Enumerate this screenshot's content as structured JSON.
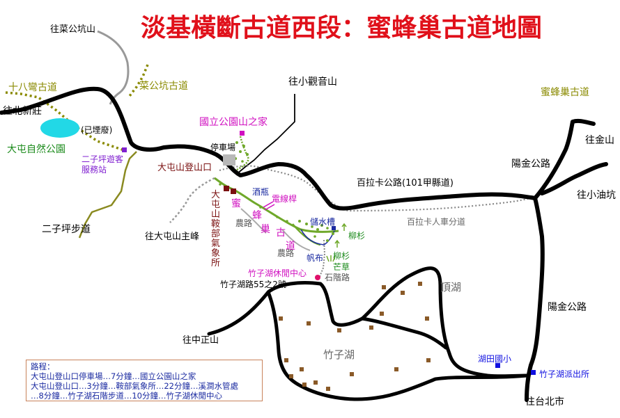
{
  "title": "淡基橫斷古道西段：蜜蜂巢古道地圖",
  "colors": {
    "title": "#e0101a",
    "road": "#000000",
    "trail_green": "#6fa82a",
    "dotted_olive": "#8a8a00",
    "lake": "#22d8e6",
    "gray_trail": "#999999",
    "magenta": "#d010c0",
    "maroon": "#7a1010",
    "navy": "#1a2aa0",
    "blue": "#1010e0",
    "farm": "#8a5a28"
  },
  "labels": {
    "wang_cai_gong_keng_shan": "往菜公坑山",
    "shiba_wan_gu_dao": "十八彎古道",
    "cai_gong_keng_gu_dao": "菜公坑古道",
    "wang_xiao_guan_yin_shan": "往小觀音山",
    "mi_feng_chao_gu_dao_ne": "蜜蜂巢古道",
    "wang_bei_xin_zhuang": "往北新莊",
    "yi_yan_fei": "(已堙廢)",
    "guo_li_gong_yuan_shan_zhi_jia": "國立公園山之家",
    "wang_jin_shan": "往金山",
    "da_tun_zi_ran_gong_yuan": "大屯自然公園",
    "er_zi_ping_fu_wu_zhan": "二子坪遊客服務站",
    "ting_che_chang": "停車場",
    "da_tun_shan_deng_shan_kou": "大屯山登山口",
    "yang_jin_road_1": "陽金公路",
    "bai_la_ka_road": "百拉卡公路(101甲縣道)",
    "wang_xiao_you_keng": "往小油坑",
    "jiu_ping": "酒瓶",
    "dian_xian_gan": "電線桿",
    "da_tun_shan_station": "大屯山鞍部氣象所",
    "mi_feng_chao_gu_dao_vertical": "蜜蜂巢古道",
    "nong_lu_1": "農路",
    "nong_lu_2": "農路",
    "chu_shui_cao": "儲水槽",
    "liu_shan_1": "柳杉",
    "liu_shan_2": "柳杉",
    "fan_bu": "帆布",
    "mang_cao": "芒草",
    "bai_la_ka_ren_che_fen_dao": "百拉卡人車分道",
    "wang_da_tun_shan_zhu_feng": "往大屯山主峰",
    "er_zi_ping_bu_dao": "二子坪步道",
    "zhu_zi_hu_xiu_xian_zhong_xin": "竹子湖休閒中心",
    "shi_jie_lu": "石階路",
    "zhu_zi_hu_lu_address": "竹子湖路55之2號",
    "ding_hu": "頂湖",
    "yang_jin_road_2": "陽金公路",
    "wang_zhong_zheng_shan": "往中正山",
    "zhu_zi_hu": "竹子湖",
    "hu_tian_guo_xiao": "湖田國小",
    "zhu_zi_hu_police": "竹子湖派出所",
    "wang_tai_bei_shi": "往台北市"
  },
  "legend": {
    "heading": "路程：",
    "lines": [
      "大屯山登山口停車場…7分鐘…國立公園山之家",
      "大屯山登山口…3分鐘…鞍部氣象所…22分鐘…溪澗水管處",
      "…8分鐘…竹子湖石階步道…10分鐘…竹子湖休閒中心"
    ]
  }
}
